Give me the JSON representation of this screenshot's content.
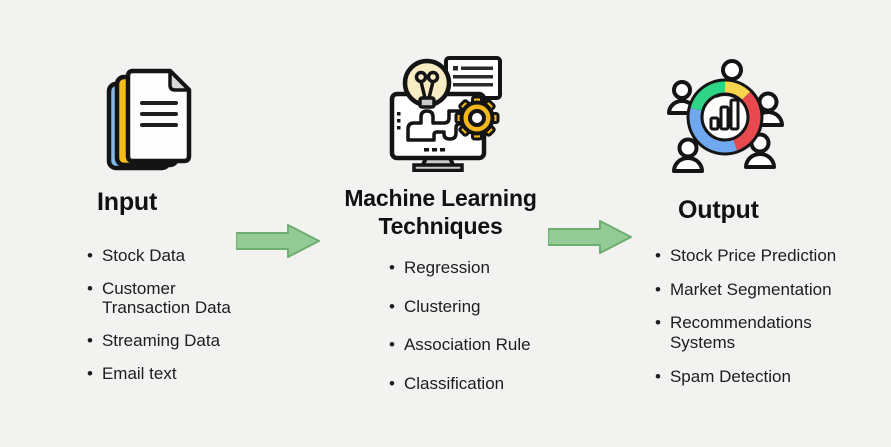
{
  "bullet": "•",
  "input": {
    "title": "Input",
    "items": [
      "Stock Data",
      "Customer Transaction Data",
      "Streaming Data",
      "Email text"
    ]
  },
  "ml": {
    "title": "Machine Learning Techniques",
    "items": [
      "Regression",
      "Clustering",
      "Association Rule",
      "Classification"
    ]
  },
  "output": {
    "title": "Output",
    "items": [
      "Stock Price Prediction",
      "Market Segmentation",
      "Recommendations Systems",
      "Spam Detection"
    ]
  },
  "icons": {
    "input": "document-stack-icon",
    "ml": "machine-learning-computer-icon",
    "output": "audience-analytics-donut-icon",
    "arrow": "arrow-right-icon"
  },
  "colors": {
    "background": "#f2f2f0",
    "text": "#161616",
    "arrow_fill": "#94ca95",
    "arrow_edge": "#6fae71",
    "doc_blue": "#82b9e8",
    "doc_yellow": "#f2bc1b",
    "doc_fold_gray": "#d8d8d8",
    "gear_yellow": "#f5b81c",
    "bulb_cream": "#f8ecc4",
    "stand_gray": "#c9c9c9",
    "donut_green": "#2fd586",
    "donut_yellow": "#f6d44e",
    "donut_red": "#e8494f",
    "donut_blue": "#6fa8ee",
    "outline": "#141414"
  }
}
